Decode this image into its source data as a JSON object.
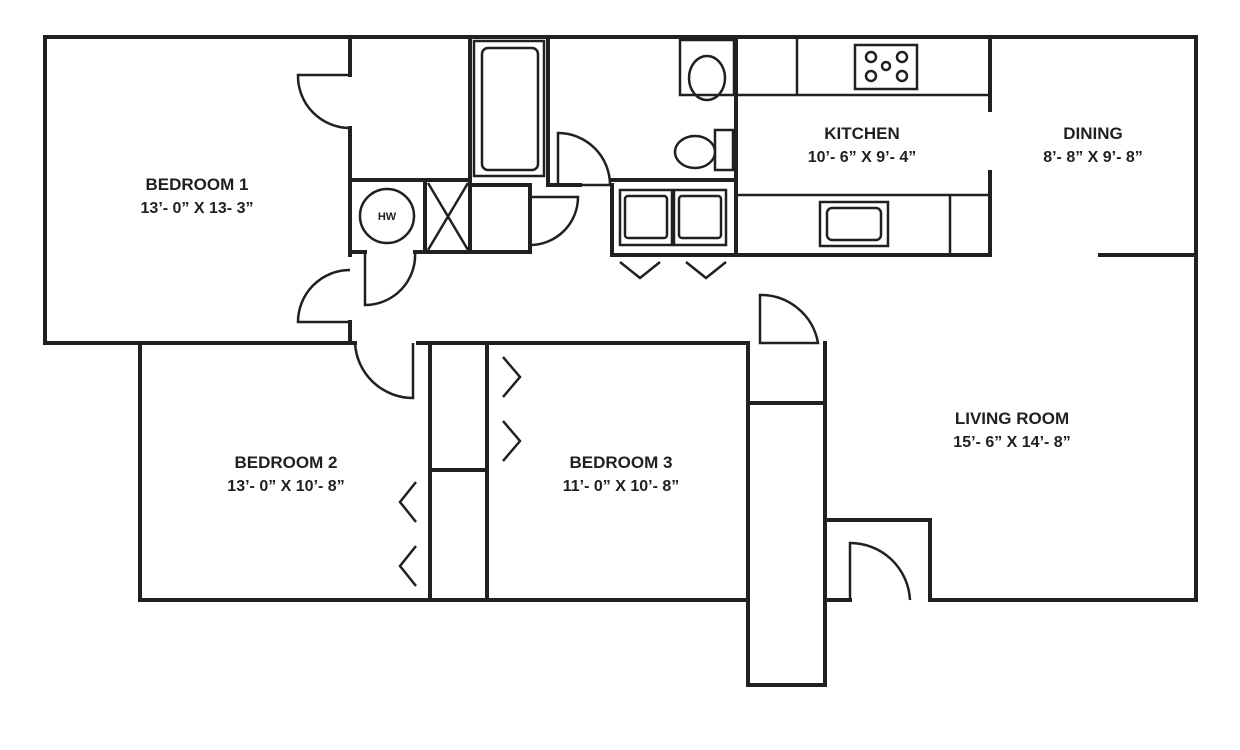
{
  "rooms": {
    "bedroom1": {
      "name": "BEDROOM 1",
      "dims": "13’- 0” X 13- 3”"
    },
    "kitchen": {
      "name": "KITCHEN",
      "dims": "10’- 6” X 9’- 4”"
    },
    "dining": {
      "name": "DINING",
      "dims": "8’- 8” X 9’- 8”"
    },
    "living": {
      "name": "LIVING ROOM",
      "dims": "15’- 6” X 14’- 8”"
    },
    "bedroom2": {
      "name": "BEDROOM 2",
      "dims": "13’- 0” X 10’- 8”"
    },
    "bedroom3": {
      "name": "BEDROOM 3",
      "dims": "11’- 0” X 10’- 8”"
    }
  },
  "fixtures": {
    "water_heater": "HW"
  }
}
